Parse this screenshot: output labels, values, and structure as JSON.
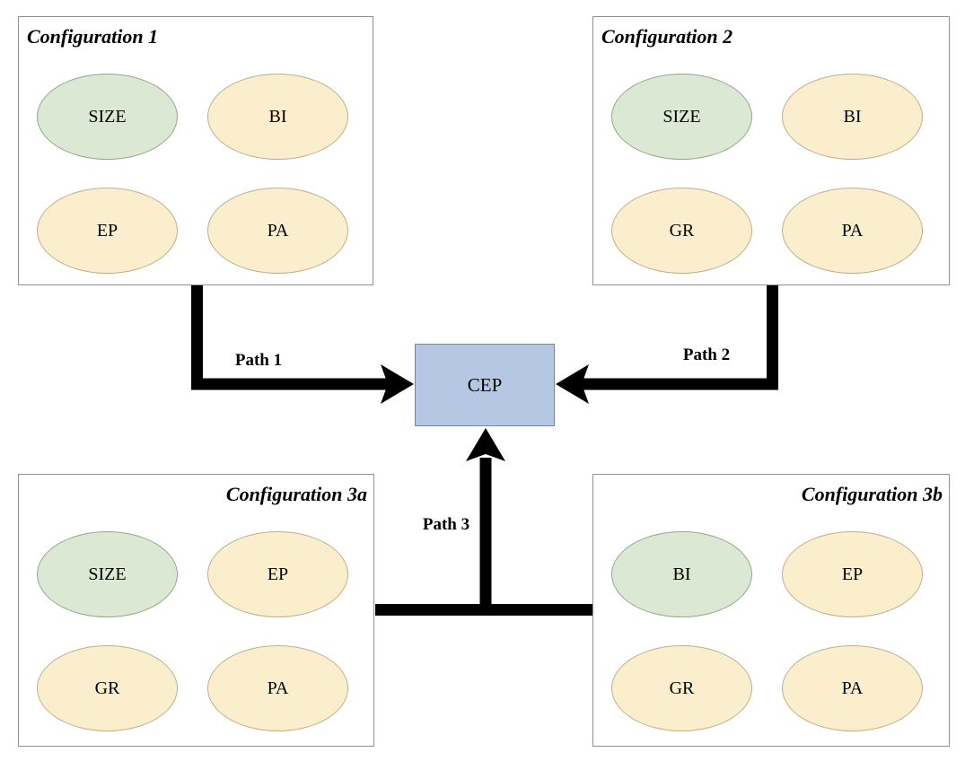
{
  "diagram": {
    "colors": {
      "box_border": "#909090",
      "green_fill": "#dbe8d3",
      "green_stroke": "#95a888",
      "yellow_fill": "#fbeecd",
      "yellow_stroke": "#c0b08a",
      "blue_fill": "#b6c7e3",
      "blue_stroke": "#7385ab",
      "arrow_color": "#000000",
      "text_color": "#000000"
    },
    "configs": [
      {
        "title": "Configuration 1",
        "nodes": [
          {
            "label": "SIZE",
            "color": "green"
          },
          {
            "label": "BI",
            "color": "yellow"
          },
          {
            "label": "EP",
            "color": "yellow"
          },
          {
            "label": "PA",
            "color": "yellow"
          }
        ]
      },
      {
        "title": "Configuration 2",
        "nodes": [
          {
            "label": "SIZE",
            "color": "green"
          },
          {
            "label": "BI",
            "color": "yellow"
          },
          {
            "label": "GR",
            "color": "yellow"
          },
          {
            "label": "PA",
            "color": "yellow"
          }
        ]
      },
      {
        "title": "Configuration 3a",
        "nodes": [
          {
            "label": "SIZE",
            "color": "green"
          },
          {
            "label": "EP",
            "color": "yellow"
          },
          {
            "label": "GR",
            "color": "yellow"
          },
          {
            "label": "PA",
            "color": "yellow"
          }
        ]
      },
      {
        "title": "Configuration 3b",
        "nodes": [
          {
            "label": "BI",
            "color": "green"
          },
          {
            "label": "EP",
            "color": "yellow"
          },
          {
            "label": "GR",
            "color": "yellow"
          },
          {
            "label": "PA",
            "color": "yellow"
          }
        ]
      }
    ],
    "center": {
      "label": "CEP"
    },
    "paths": [
      {
        "label": "Path 1"
      },
      {
        "label": "Path 2"
      },
      {
        "label": "Path 3"
      }
    ]
  }
}
